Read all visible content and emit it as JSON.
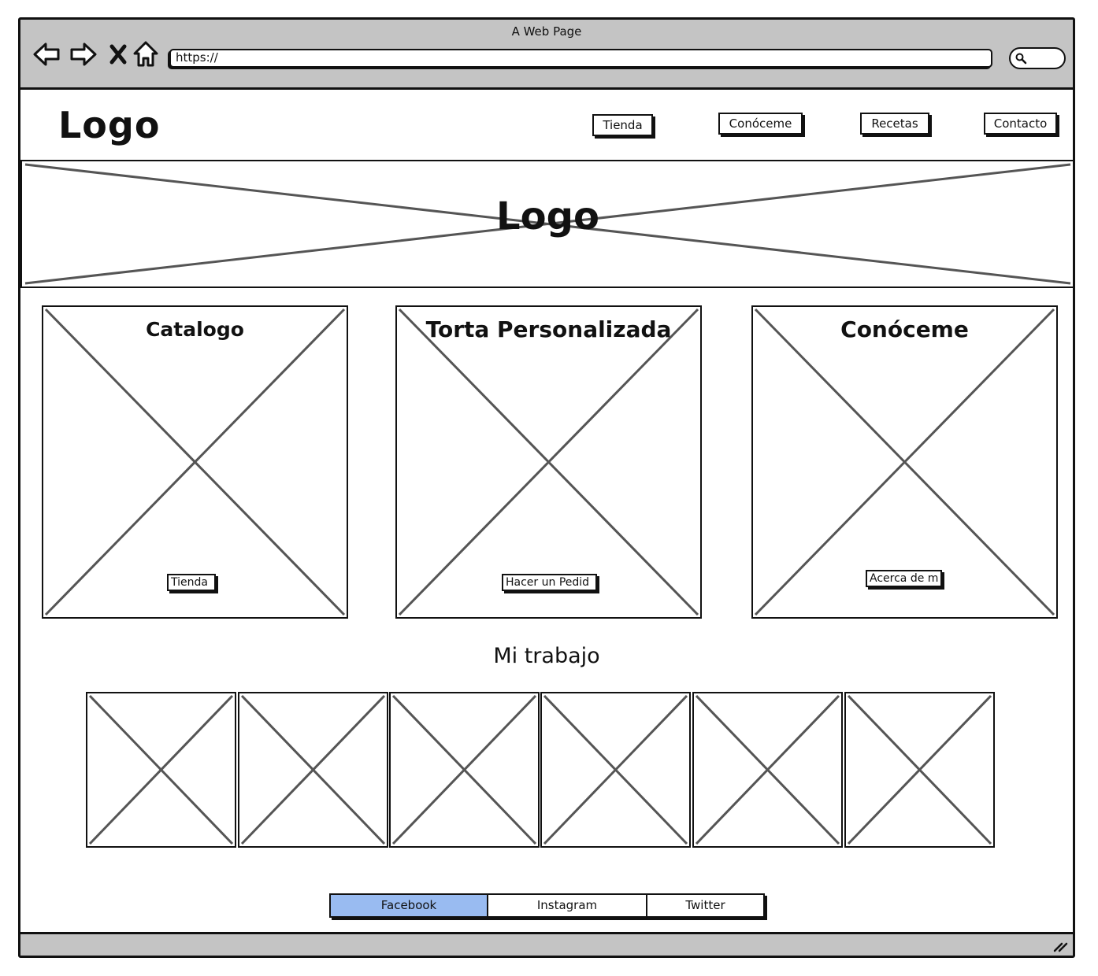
{
  "window": {
    "title": "A Web Page",
    "url": "https://"
  },
  "header": {
    "logo": "Logo",
    "menu": [
      {
        "label": "Tienda"
      },
      {
        "label": "Conóceme"
      },
      {
        "label": "Recetas"
      },
      {
        "label": "Contacto"
      }
    ]
  },
  "hero": {
    "title": "Logo"
  },
  "cards": [
    {
      "title": "Catalogo",
      "button": "Tienda"
    },
    {
      "title": "Torta Personalizada",
      "button": "Hacer un Pedid"
    },
    {
      "title": "Conóceme",
      "button": "Acerca de m"
    }
  ],
  "gallery": {
    "title": "Mi trabajo",
    "item_count": 6
  },
  "social": {
    "tabs": [
      {
        "label": "Facebook",
        "active": true
      },
      {
        "label": "Instagram",
        "active": false
      },
      {
        "label": "Twitter",
        "active": false
      }
    ],
    "active_color": "#99bbf1"
  },
  "colors": {
    "chrome": "#c4c4c4",
    "stroke": "#111111",
    "placeholder_stroke": "#555555"
  },
  "icons": [
    "back-arrow-icon",
    "forward-arrow-icon",
    "close-icon",
    "home-icon",
    "search-icon",
    "resize-grip-icon"
  ]
}
